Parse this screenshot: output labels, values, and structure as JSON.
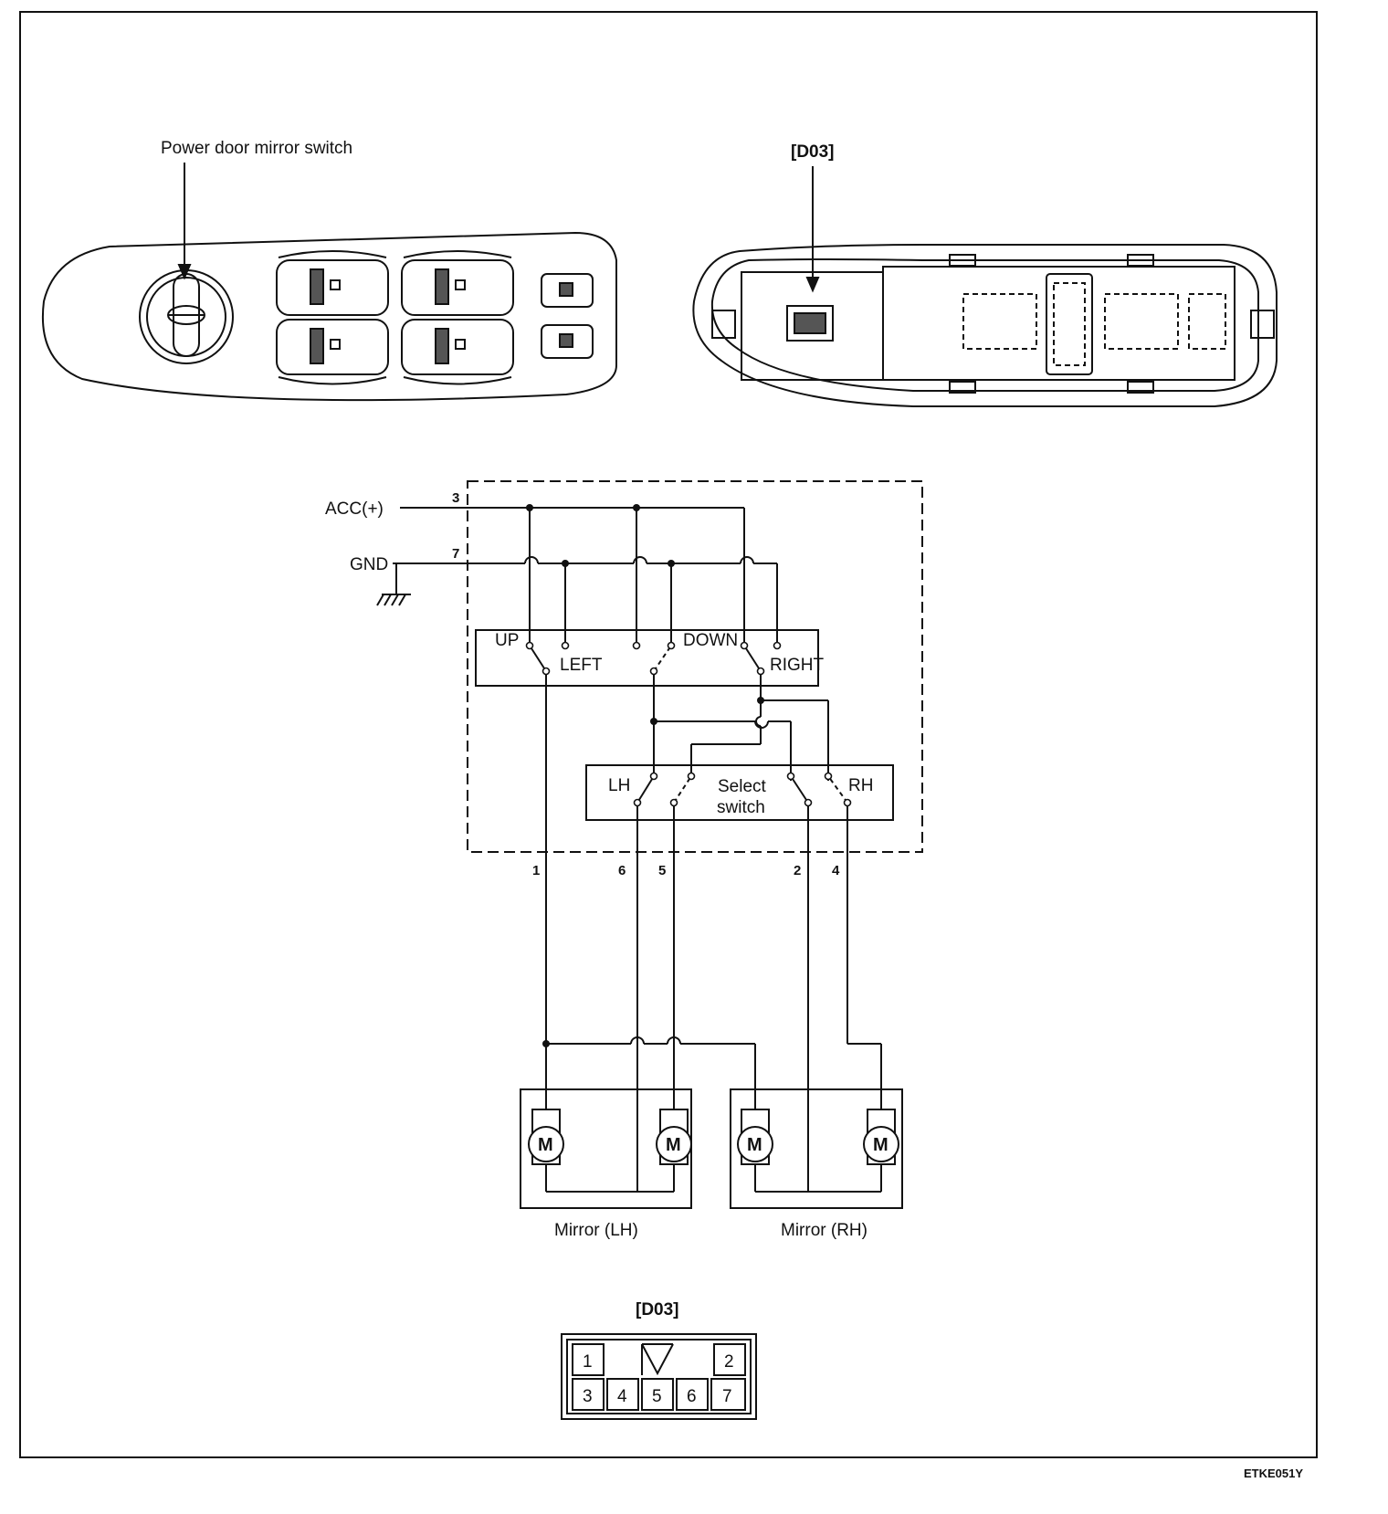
{
  "labels": {
    "mirror_switch": "Power door mirror switch",
    "connector_top": "[D03]",
    "connector_bottom": "[D03]",
    "acc": "ACC(+)",
    "gnd": "GND",
    "up": "UP",
    "left": "LEFT",
    "down": "DOWN",
    "right": "RIGHT",
    "lh": "LH",
    "rh": "RH",
    "select_1": "Select",
    "select_2": "switch",
    "mirror_lh": "Mirror (LH)",
    "mirror_rh": "Mirror (RH)",
    "motor": "M",
    "figure_code": "ETKE051Y"
  },
  "pins": {
    "acc": "3",
    "gnd": "7",
    "bottom": [
      "1",
      "6",
      "5",
      "2",
      "4"
    ]
  },
  "connector": {
    "top_row": [
      "1",
      "",
      "",
      "",
      "2"
    ],
    "bottom_row": [
      "3",
      "4",
      "5",
      "6",
      "7"
    ]
  }
}
